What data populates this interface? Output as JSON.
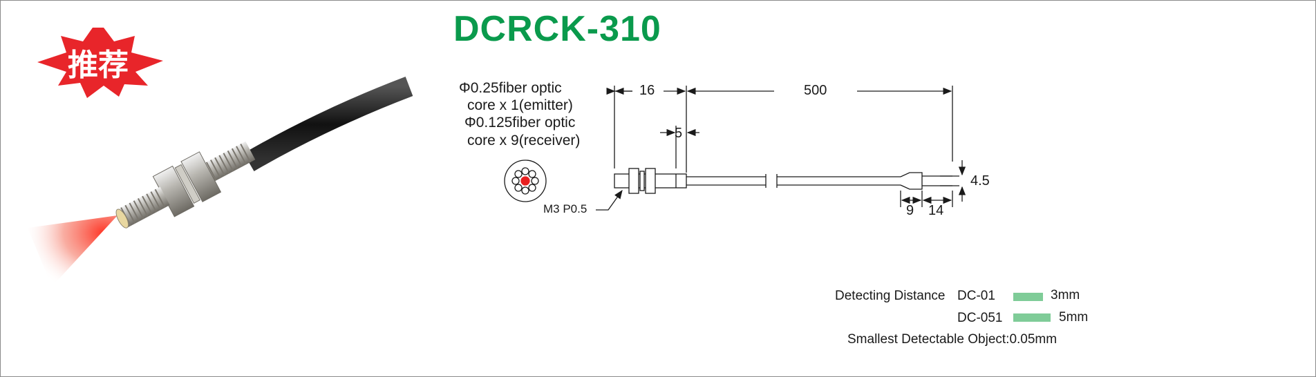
{
  "title": "DCRCK-310",
  "badge": {
    "text": "推荐",
    "color": "#e8252a"
  },
  "colors": {
    "accent": "#0a9a4c",
    "bar": "#7fcc98",
    "laser": "#e82020"
  },
  "fiber_description": [
    "Φ0.25fiber optic",
    "core x 1(emitter)",
    "Φ0.125fiber optic",
    "core x 9(receiver)"
  ],
  "dimensions": {
    "d16": "16",
    "d500": "500",
    "d5": "5",
    "d4_5": "4.5",
    "d9": "9",
    "d14": "14",
    "thread": "M3 P0.5"
  },
  "specs": {
    "detecting_label": "Detecting  Distance",
    "rows": [
      {
        "model": "DC-01",
        "value": "3mm"
      },
      {
        "model": "DC-051",
        "value": "5mm"
      }
    ],
    "smallest": "Smallest Detectable Object:0.05mm"
  }
}
